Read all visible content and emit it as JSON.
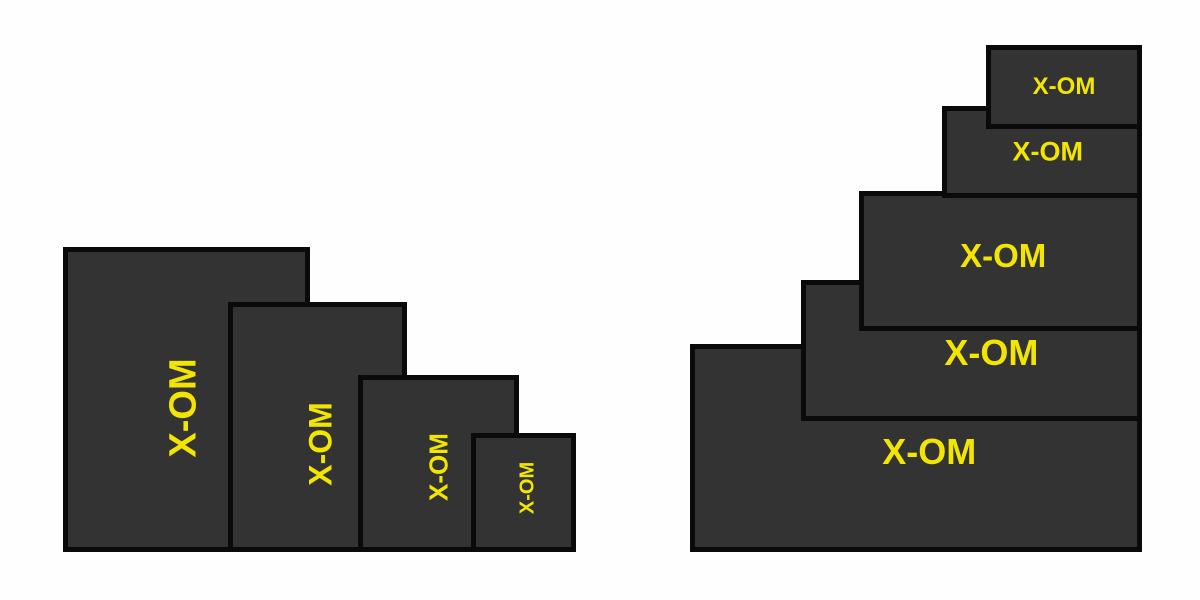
{
  "left_group": {
    "labels": [
      "X-OM",
      "X-OM",
      "X-OM",
      "X-OM"
    ]
  },
  "right_group": {
    "labels": [
      "X-OM",
      "X-OM",
      "X-OM",
      "X-OM",
      "X-OM"
    ]
  },
  "colors": {
    "box_fill": "#333333",
    "border": "#0a0a0a",
    "label": "#f2e600",
    "background": "#fdfefd"
  }
}
